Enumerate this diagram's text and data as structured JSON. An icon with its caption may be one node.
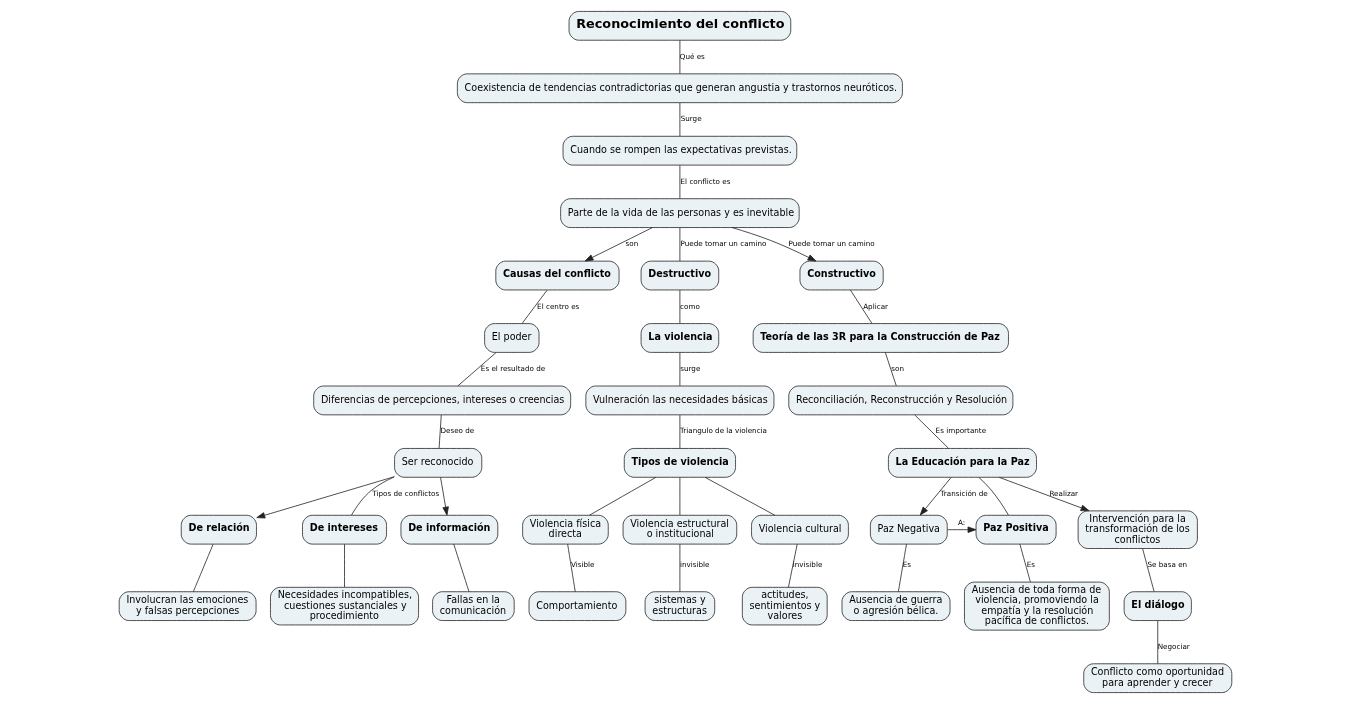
{
  "diagram": {
    "nodes": [
      {
        "text": [
          "Reconocimiento del conflicto"
        ]
      },
      {
        "text": [
          "Coexistencia de tendencias contradictorias que generan angustia y trastornos neuróticos."
        ]
      },
      {
        "text": [
          "Cuando se rompen las expectativas previstas."
        ]
      },
      {
        "text": [
          "Parte de la vida de las personas y es inevitable"
        ]
      },
      {
        "text": [
          "Causas del conflicto"
        ]
      },
      {
        "text": [
          "Destructivo"
        ]
      },
      {
        "text": [
          "Constructivo"
        ]
      },
      {
        "text": [
          "El poder"
        ]
      },
      {
        "text": [
          "La violencia"
        ]
      },
      {
        "text": [
          "Teoría de las 3R para la Construcción de Paz"
        ]
      },
      {
        "text": [
          "Diferencias de percepciones, intereses o creencias"
        ]
      },
      {
        "text": [
          "Vulneración las necesidades básicas"
        ]
      },
      {
        "text": [
          "Reconciliación, Reconstrucción y Resolución"
        ]
      },
      {
        "text": [
          "Ser reconocido"
        ]
      },
      {
        "text": [
          "Tipos de violencia"
        ]
      },
      {
        "text": [
          "La Educación para la Paz"
        ]
      },
      {
        "text": [
          "De relación"
        ]
      },
      {
        "text": [
          "De intereses"
        ]
      },
      {
        "text": [
          "De información"
        ]
      },
      {
        "text": [
          "Violencia física directa"
        ]
      },
      {
        "text": [
          "Violencia estructural o institucional"
        ]
      },
      {
        "text": [
          "Violencia cultural"
        ]
      },
      {
        "text": [
          "Paz Negativa"
        ]
      },
      {
        "text": [
          "Paz Positiva"
        ]
      },
      {
        "text": [
          "Intervención para la transformación de los conflictos"
        ]
      },
      {
        "text": [
          "El diálogo"
        ]
      },
      {
        "text": [
          "Involucran las emociones y falsas percepciones"
        ]
      },
      {
        "text": [
          "Necesidades incompatibles, cuestiones sustanciales y procedimiento"
        ]
      },
      {
        "text": [
          "Fallas en la comunicación"
        ]
      },
      {
        "text": [
          "Comportamiento"
        ]
      },
      {
        "text": [
          "sistemas y estructuras"
        ]
      },
      {
        "text": [
          "actitudes, sentimientos y valores"
        ]
      },
      {
        "text": [
          "Ausencia de guerra o agresión bélica."
        ]
      },
      {
        "text": [
          "Ausencia de toda forma de violencia, promoviendo la empatía y la resolución pacífica de conflictos."
        ]
      },
      {
        "text": [
          "Conflicto como oportunidad para aprender y crecer"
        ]
      }
    ],
    "edges": [
      {
        "from": 0,
        "to": 1,
        "arrow": "none",
        "label": "Qué es"
      },
      {
        "from": 1,
        "to": 2,
        "arrow": "none",
        "label": "Surge"
      },
      {
        "from": 2,
        "to": 3,
        "arrow": "none",
        "label": "El conflicto es"
      },
      {
        "from": 3,
        "to": 4,
        "arrow": "to",
        "label": "son"
      },
      {
        "from": 3,
        "to": 5,
        "arrow": "none",
        "label": "Puede tomar un camino"
      },
      {
        "from": 3,
        "to": 6,
        "arrow": "to",
        "label": "Puede tomar un camino"
      },
      {
        "from": 4,
        "to": 7,
        "arrow": "none",
        "label": "El centro es"
      },
      {
        "from": 7,
        "to": 10,
        "arrow": "none",
        "label": "Es el resultado de"
      },
      {
        "from": 10,
        "to": 13,
        "arrow": "none",
        "label": "Deseo de"
      },
      {
        "from": 13,
        "to": 16,
        "arrow": "to"
      },
      {
        "from": 13,
        "to": 17,
        "arrow": "none",
        "label": "Tipos de conflictos"
      },
      {
        "from": 13,
        "to": 18,
        "arrow": "to"
      },
      {
        "from": 16,
        "to": 26,
        "arrow": "none"
      },
      {
        "from": 17,
        "to": 27,
        "arrow": "none"
      },
      {
        "from": 18,
        "to": 28,
        "arrow": "none"
      },
      {
        "from": 5,
        "to": 8,
        "arrow": "none",
        "label": "como"
      },
      {
        "from": 8,
        "to": 11,
        "arrow": "none",
        "label": "surge"
      },
      {
        "from": 11,
        "to": 14,
        "arrow": "none",
        "label": "Triangulo de la violencia"
      },
      {
        "from": 14,
        "to": 19,
        "arrow": "none"
      },
      {
        "from": 14,
        "to": 20,
        "arrow": "none"
      },
      {
        "from": 14,
        "to": 21,
        "arrow": "none"
      },
      {
        "from": 19,
        "to": 29,
        "arrow": "none",
        "label": "Visible"
      },
      {
        "from": 20,
        "to": 30,
        "arrow": "none",
        "label": "invisible"
      },
      {
        "from": 21,
        "to": 31,
        "arrow": "none",
        "label": "invisible"
      },
      {
        "from": 6,
        "to": 9,
        "arrow": "none",
        "label": "Aplicar"
      },
      {
        "from": 9,
        "to": 12,
        "arrow": "none",
        "label": "son"
      },
      {
        "from": 12,
        "to": 15,
        "arrow": "none",
        "label": "Es importante"
      },
      {
        "from": 15,
        "to": 22,
        "arrow": "to",
        "label": "Transición de"
      },
      {
        "from": 15,
        "to": 23,
        "arrow": "none"
      },
      {
        "from": 15,
        "to": 24,
        "arrow": "to",
        "label": "Realizar"
      },
      {
        "from": 22,
        "to": 23,
        "arrow": "to",
        "label": "A:"
      },
      {
        "from": 22,
        "to": 32,
        "arrow": "none",
        "label": "Es"
      },
      {
        "from": 23,
        "to": 33,
        "arrow": "none",
        "label": "Es"
      },
      {
        "from": 24,
        "to": 25,
        "arrow": "none",
        "label": "Se basa en"
      },
      {
        "from": 25,
        "to": 34,
        "arrow": "none",
        "label": "Negociar"
      }
    ]
  }
}
